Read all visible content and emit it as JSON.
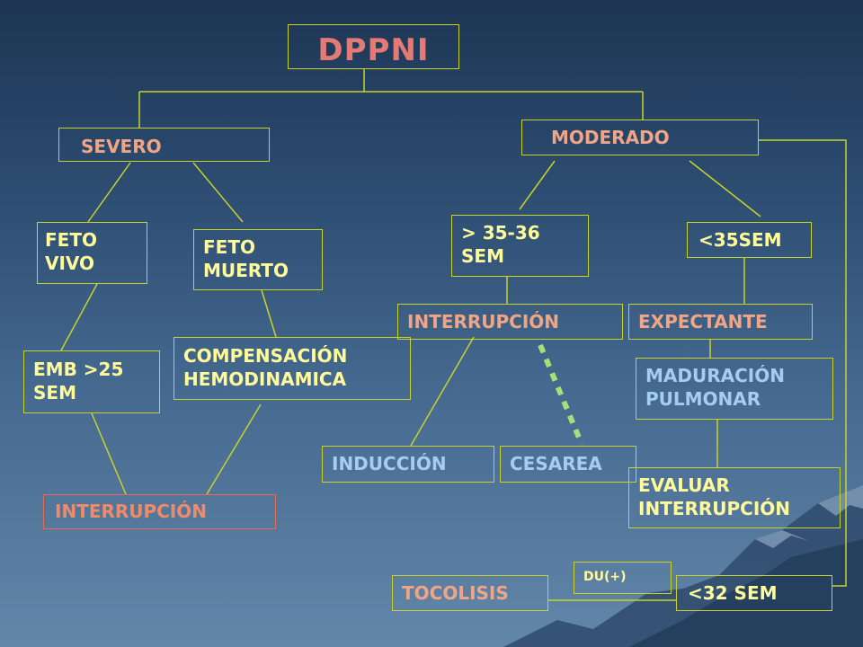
{
  "nodes": {
    "root": "DPPNI",
    "severo": "SEVERO",
    "moderado": "MODERADO",
    "feto_vivo": "FETO\nVIVO",
    "feto_muerto": "FETO\nMUERTO",
    "sem_35_36": "> 35-36\nSEM",
    "sem_lt35": "<35SEM",
    "interrupcion_mod": "INTERRUPCIÓN",
    "expectante": "EXPECTANTE",
    "emb_25": "EMB >25\nSEM",
    "compensacion": "COMPENSACIÓN\nHEMODINAMICA",
    "maduracion": "MADURACIÓN\nPULMONAR",
    "induccion": "INDUCCIÓN",
    "cesarea": "CESAREA",
    "evaluar": "EVALUAR\nINTERRUPCIÓN",
    "interrupcion_sev": "INTERRUPCIÓN",
    "du": "DU(+)",
    "tocolisis": "TOCOLISIS",
    "sem_lt32": "<32 SEM"
  },
  "colors": {
    "box_border": "#c7d32a",
    "connector": "#c7d32a",
    "dashed_connector": "#a6e07a",
    "title_text": "#e37a73",
    "orange_text": "#f2a585",
    "yellow_text": "#fffb9b",
    "blue_text": "#a6cdf0",
    "interrupcion_sev_border": "#e86a55"
  }
}
